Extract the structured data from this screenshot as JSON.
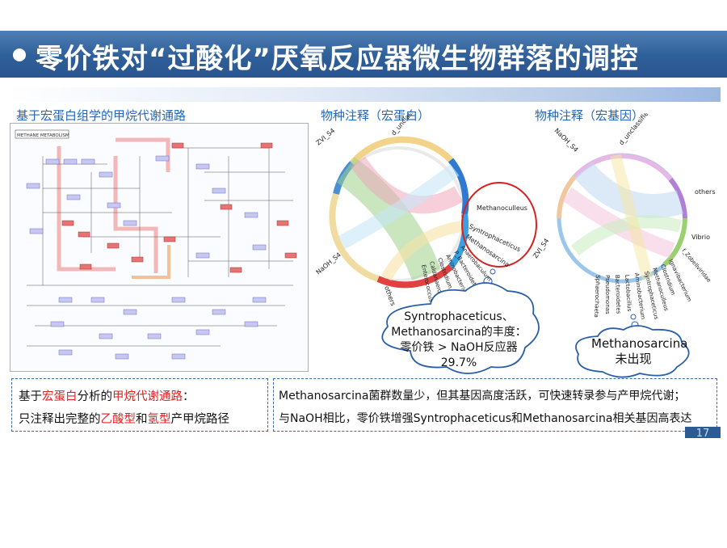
{
  "slide": {
    "title": "零价铁对“过酸化”厌氧反应器微生物群落的调控",
    "page_number": "17"
  },
  "left_panel": {
    "heading": "基于宏蛋白组学的甲烷代谢通路",
    "diagram_name": "METHANE METABOLISM",
    "caption_line1_parts": [
      "基于",
      "宏蛋白",
      "分析的",
      "甲烷代谢通路",
      "："
    ],
    "caption_line2_parts": [
      "只注释出完整的",
      "乙酸型",
      "和",
      "氢型",
      "产甲烷路径"
    ]
  },
  "middle_panel": {
    "heading": "物种注释（宏蛋白）",
    "labels": {
      "top": "d_unclassified",
      "zvi": "ZVI_S4",
      "naoh": "NaOH_S4",
      "others": "others",
      "methanoculleus": "Methanoculleus",
      "syntrophaceticus": "Syntrophaceticus",
      "methanosarcina": "Methanosarcina",
      "bacteroidetes": "P_Bacteroidetes",
      "clostridium": "Clostridium",
      "aminobacterium": "Aminobacterium",
      "caldanaerobius": "Caldanaerobius",
      "enterococcus": "Enterococcus",
      "anaerobaculum": "Anaerobaculum"
    },
    "callout": {
      "line1": "Syntrophaceticus、",
      "line2": "Methanosarcina的丰度：",
      "line3": "零价铁 > NaOH反应器",
      "line4": "29.7%"
    }
  },
  "right_panel": {
    "heading": "物种注释（宏基因）",
    "labels": {
      "top": "d_unclassified",
      "naoh": "NaOH_S4",
      "zvi": "ZVI_S4",
      "others": "others",
      "vibrio": "Vibrio",
      "zobellviridae": "f_Zobellviridae",
      "ignavibacterium": "Ignavibacterium",
      "clostridium": "Clostridium",
      "methanoculleus": "Methanoculleus",
      "syntrophaceticus": "Syntrophaceticus",
      "aminobacterium": "Aminobacterium",
      "lactobacillus": "Lactobacillus",
      "bacteroidetes": "Bacteroidetes",
      "pseudomonas": "Pseudomonas",
      "sphaerochaeta": "Sphaerochaeta"
    },
    "callout": {
      "line1": "Methanosarcina",
      "line2": "未出现"
    }
  },
  "bottom_right_box": {
    "line1": "Methanosarcina菌群数量少，但其基因高度活跃，可快速转录参与产甲烷代谢；",
    "line2": "与NaOH相比，零价铁增强Syntrophaceticus和Methanosarcina相关基因高表达"
  },
  "colors": {
    "title_bar": "#2f5f98",
    "heading_blue": "#2466b8",
    "highlight_red": "#e02020",
    "box_border": "#3b66a8",
    "callout_red_circle": "#d82020"
  }
}
